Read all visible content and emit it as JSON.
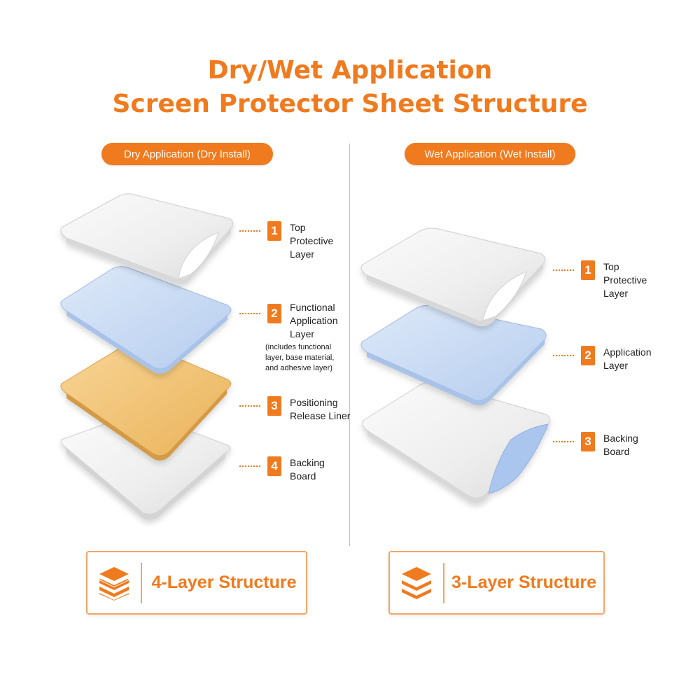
{
  "header": {
    "title_line1": "Dry/Wet Application",
    "title_line2": "Screen Protector Sheet Structure"
  },
  "colors": {
    "accent": "#f07a1e",
    "accent_light": "#f3a56a",
    "layer_white": "#f2f2f2",
    "layer_blue": "#c9dcf4",
    "layer_gold": "#f3c479"
  },
  "dry": {
    "heading": "Dry Application (Dry Install)",
    "layers": [
      {
        "number": "1",
        "lines": [
          "Top",
          "Protective",
          "Layer"
        ]
      },
      {
        "number": "2",
        "lines": [
          "Functional",
          "Application",
          "Layer"
        ],
        "note_lines": [
          "(includes functional",
          "layer, base material,",
          "and adhesive layer)"
        ]
      },
      {
        "number": "3",
        "lines": [
          "Positioning",
          "Release Liner"
        ]
      },
      {
        "number": "4",
        "lines": [
          "Backing",
          "Board"
        ]
      }
    ],
    "summary": "4-Layer Structure",
    "summary_icon": "stack-layers-icon"
  },
  "wet": {
    "heading": "Wet Application (Wet Install)",
    "layers": [
      {
        "number": "1",
        "lines": [
          "Top",
          "Protective",
          "Layer"
        ]
      },
      {
        "number": "2",
        "lines": [
          "Application",
          "Layer"
        ]
      },
      {
        "number": "3",
        "lines": [
          "Backing",
          "Board"
        ]
      }
    ],
    "summary": "3-Layer Structure",
    "summary_icon": "stack-layers-icon"
  }
}
